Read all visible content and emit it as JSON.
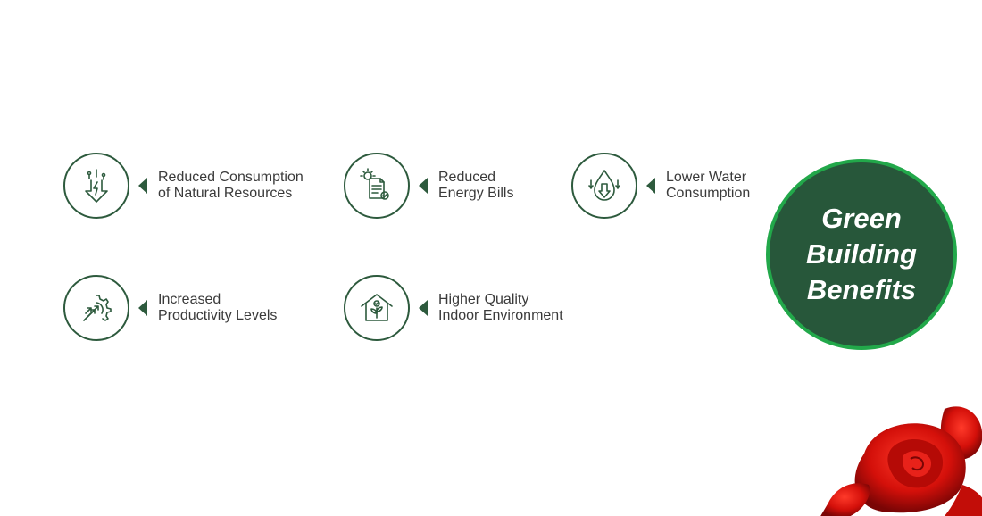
{
  "benefits": [
    {
      "line1": "Reduced Consumption",
      "line2": "of Natural Resources",
      "icon": "resource-arrow-icon"
    },
    {
      "line1": "Reduced",
      "line2": "Energy Bills",
      "icon": "energy-bill-icon"
    },
    {
      "line1": "Lower Water",
      "line2": "Consumption",
      "icon": "water-drop-icon"
    },
    {
      "line1": "Increased",
      "line2": "Productivity Levels",
      "icon": "productivity-gear-icon"
    },
    {
      "line1": "Higher Quality",
      "line2": "Indoor Environment",
      "icon": "green-house-icon"
    }
  ],
  "hero": {
    "line1": "Green",
    "line2": "Building",
    "line3": "Benefits"
  },
  "colors": {
    "primary": "#2d5a3d",
    "hero_fill": "#27573a",
    "hero_ring": "#22a84a",
    "text": "#3a3a3a"
  }
}
